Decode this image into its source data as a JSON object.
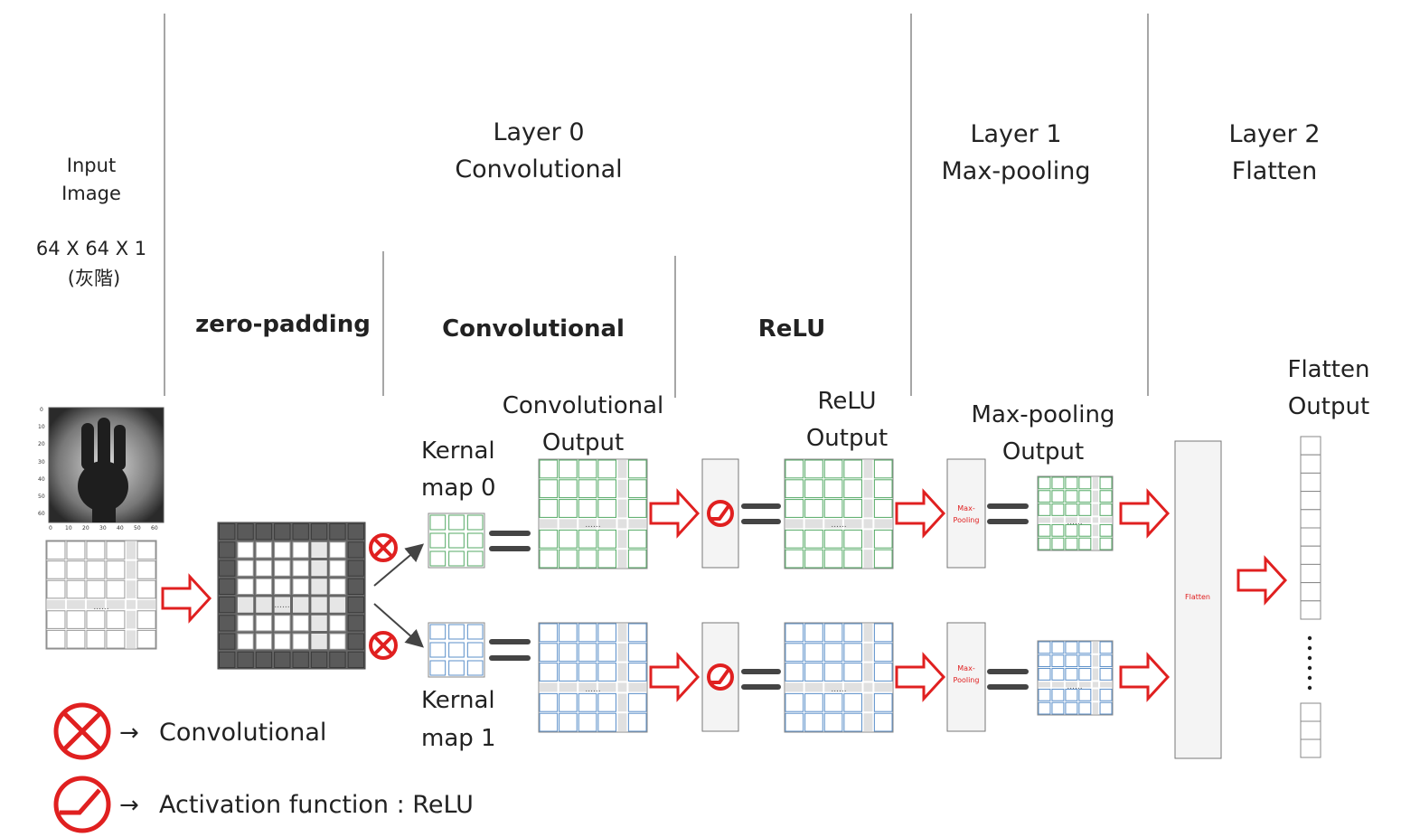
{
  "header": {
    "input": {
      "line1": "Input",
      "line2": "Image",
      "dims": "64 X 64 X 1",
      "note": "(灰階)"
    },
    "layer0": {
      "line1": "Layer 0",
      "line2": "Convolutional"
    },
    "layer1": {
      "line1": "Layer 1",
      "line2": "Max-pooling"
    },
    "layer2": {
      "line1": "Layer 2",
      "line2": "Flatten"
    }
  },
  "subheaders": {
    "zero_padding": "zero-padding",
    "convolutional": "Convolutional",
    "relu": "ReLU"
  },
  "labels": {
    "conv_output_1": "Convolutional",
    "conv_output_2": "Output",
    "relu_output_1": "ReLU",
    "relu_output_2": "Output",
    "maxpool_output_1": "Max-pooling",
    "maxpool_output_2": "Output",
    "flatten_output_1": "Flatten",
    "flatten_output_2": "Output",
    "kernel0_1": "Kernal",
    "kernel0_2": "map 0",
    "kernel1_1": "Kernal",
    "kernel1_2": "map 1",
    "maxpool_box_1": "Max-",
    "maxpool_box_2": "Pooling",
    "flatten_box": "Flatten",
    "dots_small": "......",
    "ellipsis_v": "⋮"
  },
  "axis_ticks": {
    "y": [
      "0",
      "10",
      "20",
      "30",
      "40",
      "50",
      "60"
    ],
    "x": [
      "0",
      "10",
      "20",
      "30",
      "40",
      "50",
      "60"
    ]
  },
  "legend": {
    "conv_label": "Convolutional",
    "relu_label": "Activation function : ReLU",
    "arrow": "→"
  },
  "colors": {
    "kernel0": "#55aa66",
    "kernel1": "#5b8fc9",
    "arrow_red": "#e02020",
    "pad_dark": "#666666"
  }
}
